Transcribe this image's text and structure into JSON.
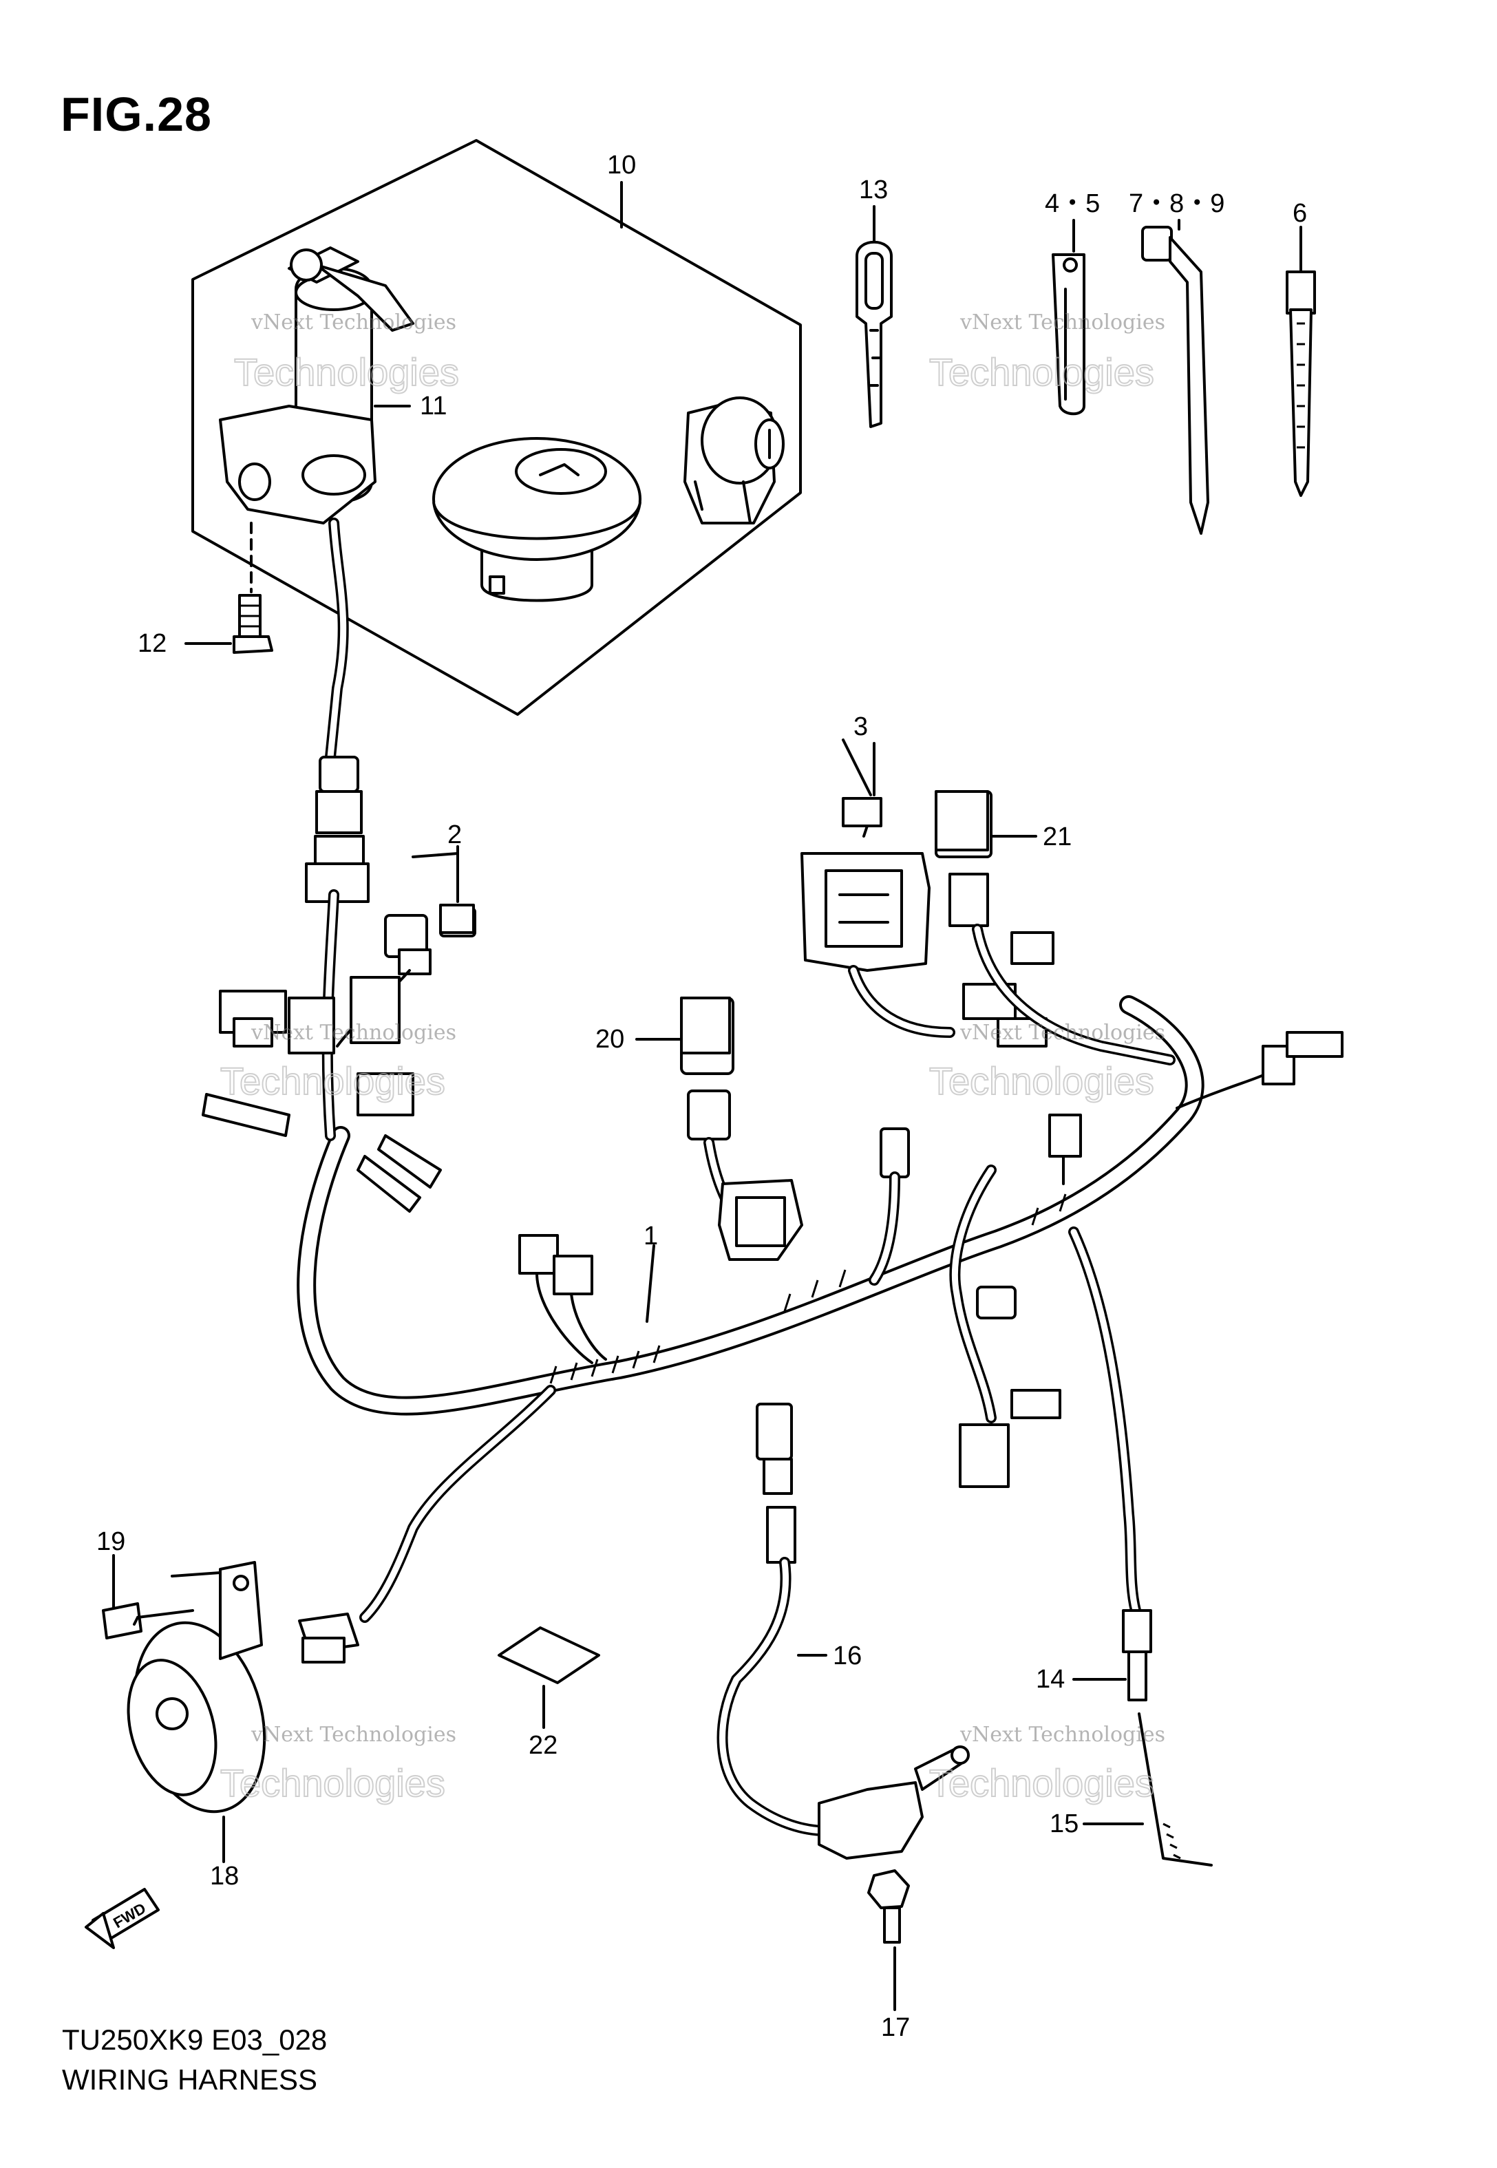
{
  "figure": {
    "title": "FIG.28",
    "model_code": "TU250XK9 E03_028",
    "diagram_name": "WIRING HARNESS"
  },
  "callouts": [
    "10",
    "11",
    "12",
    "13",
    "4・5",
    "7・8・9",
    "6",
    "2",
    "3",
    "21",
    "20",
    "1",
    "19",
    "18",
    "22",
    "16",
    "14",
    "15",
    "17"
  ],
  "watermark": {
    "line1": "vNext Technologies",
    "line2": "Technologies"
  },
  "direction_badge": "FWD"
}
